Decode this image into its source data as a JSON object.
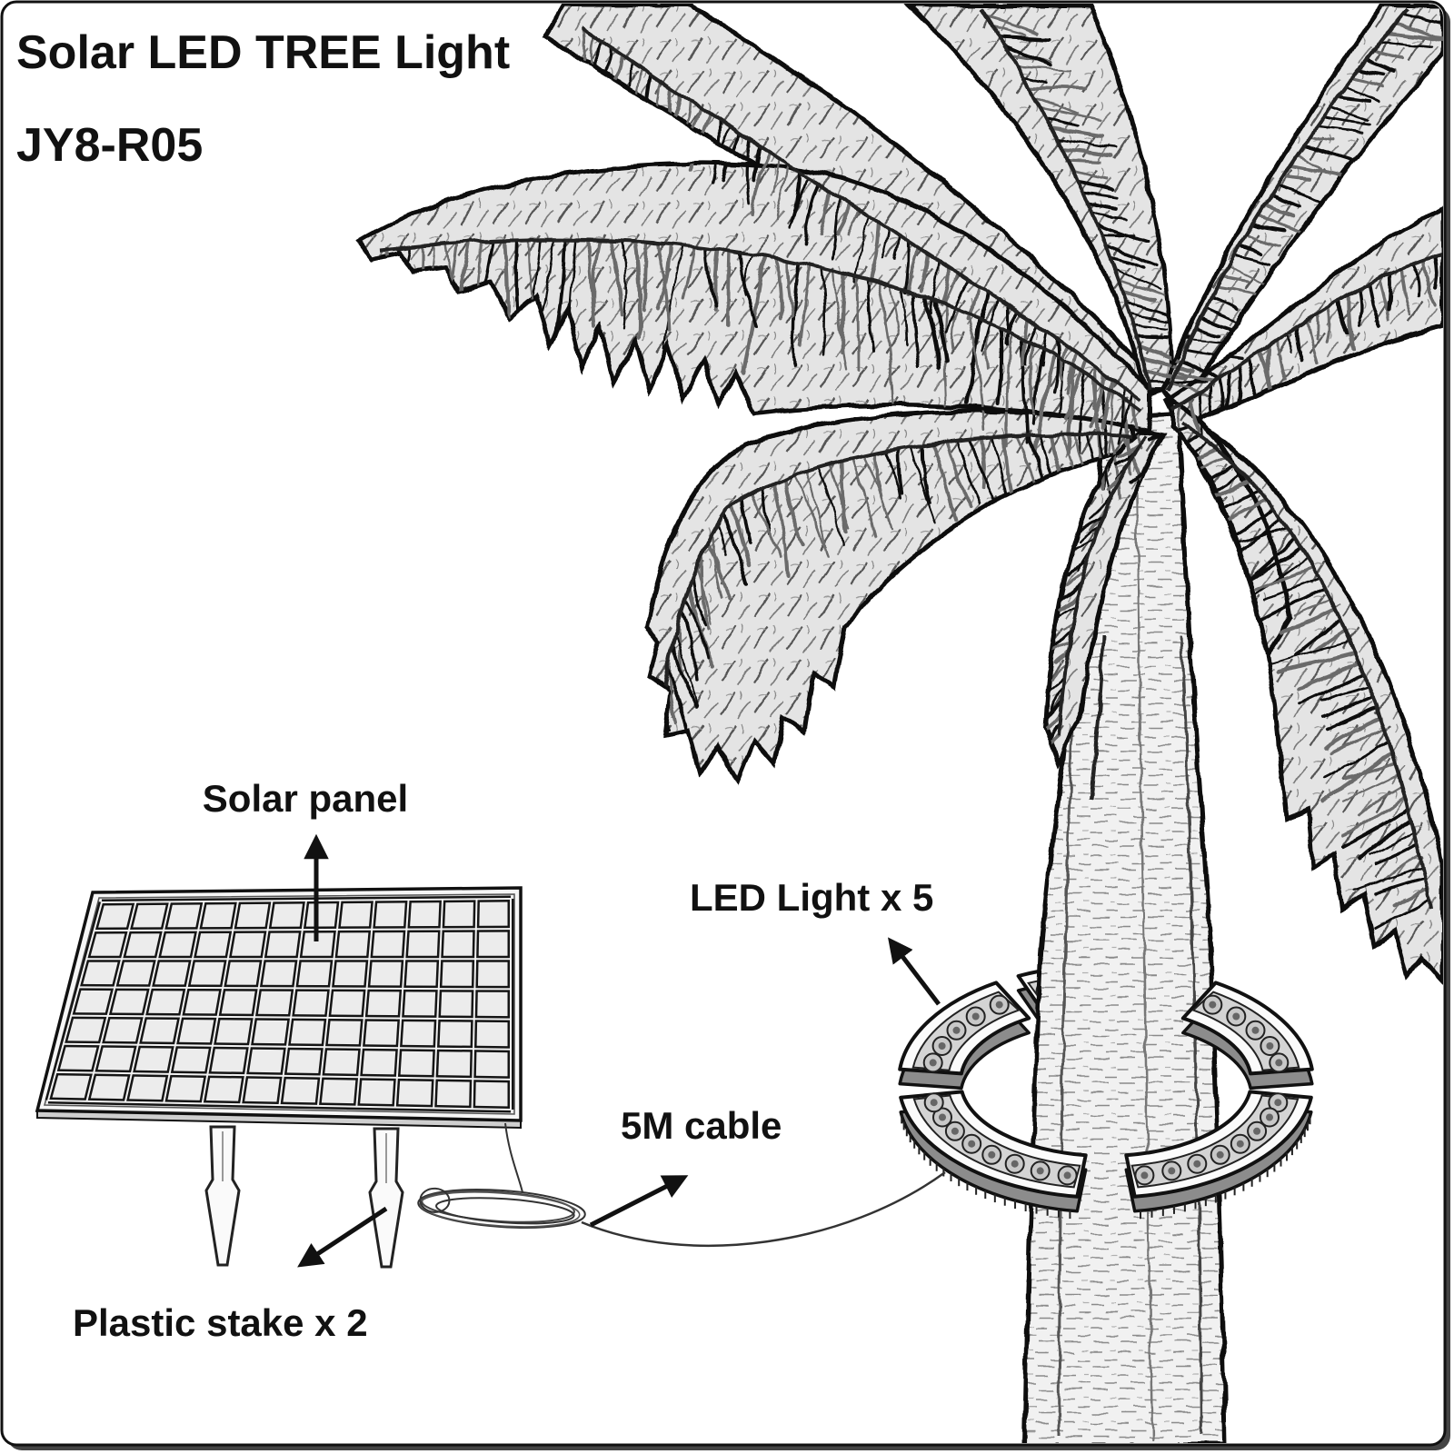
{
  "title": "Solar LED TREE Light",
  "model": "JY8-R05",
  "labels": {
    "solar_panel": "Solar panel",
    "led_light": "LED Light x 5",
    "cable": "5M cable",
    "stake": "Plastic stake x 2"
  },
  "colors": {
    "ink": "#111111",
    "background": "#ffffff"
  }
}
